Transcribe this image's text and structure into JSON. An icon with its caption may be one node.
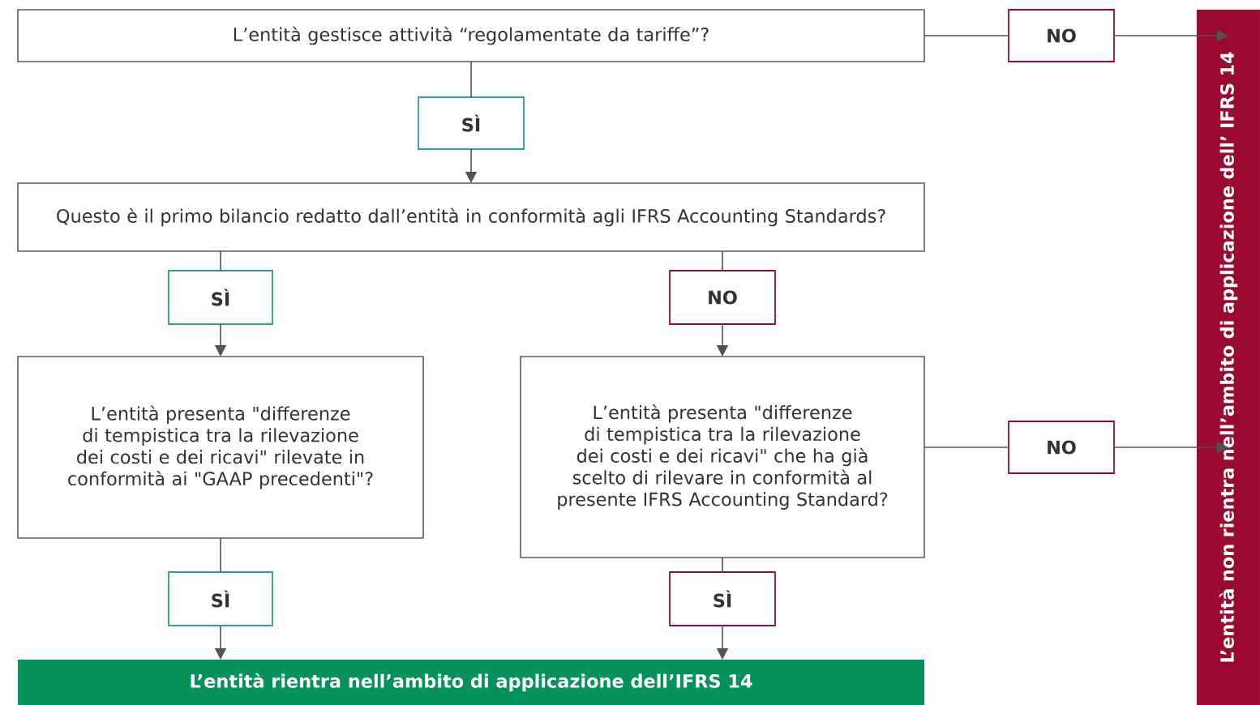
{
  "diagram": {
    "nodes": [
      {
        "text": [
          "L’entità gestisce attività “regolamentate da tariffe”?"
        ]
      },
      {
        "text": [
          "NO"
        ]
      },
      {
        "text": [
          "L’entità non rientra nell’ambito di applicazione dell’ IFRS 14"
        ]
      },
      {
        "text": [
          "SÌ"
        ]
      },
      {
        "text": [
          "Questo è il primo bilancio redatto dall’entità in conformità agli IFRS Accounting Standards?"
        ]
      },
      {
        "text": [
          "SÌ"
        ]
      },
      {
        "text": [
          "NO"
        ]
      },
      {
        "text": [
          "L’entità presenta \"differenze di tempistica tra la rilevazione dei costi e dei ricavi\" rilevate in conformità ai \"GAAP precedenti\"?"
        ]
      },
      {
        "text": [
          "L’entità presenta \"differenze di tempistica tra la rilevazione dei costi e dei ricavi\" che ha già scelto di rilevare in conformità al presente IFRS Accounting Standard?"
        ]
      },
      {
        "text": [
          "NO"
        ]
      },
      {
        "text": [
          "SÌ"
        ]
      },
      {
        "text": [
          "SÌ"
        ]
      },
      {
        "text": [
          "L’entità rientra nell’ambito di applicazione dell’IFRS 14"
        ]
      }
    ],
    "edges": [
      {
        "from": 0,
        "to": 1,
        "arrow": "none"
      },
      {
        "from": 1,
        "to": 2,
        "arrow": "to"
      },
      {
        "from": 0,
        "to": 3,
        "arrow": "none"
      },
      {
        "from": 3,
        "to": 4,
        "arrow": "to"
      },
      {
        "from": 4,
        "to": 5,
        "arrow": "none"
      },
      {
        "from": 4,
        "to": 6,
        "arrow": "none"
      },
      {
        "from": 5,
        "to": 7,
        "arrow": "to"
      },
      {
        "from": 6,
        "to": 8,
        "arrow": "to"
      },
      {
        "from": 8,
        "to": 9,
        "arrow": "none"
      },
      {
        "from": 9,
        "to": 2,
        "arrow": "to"
      },
      {
        "from": 7,
        "to": 10,
        "arrow": "none"
      },
      {
        "from": 8,
        "to": 11,
        "arrow": "none"
      },
      {
        "from": 10,
        "to": 12,
        "arrow": "to"
      },
      {
        "from": 11,
        "to": 12,
        "arrow": "to"
      }
    ]
  }
}
